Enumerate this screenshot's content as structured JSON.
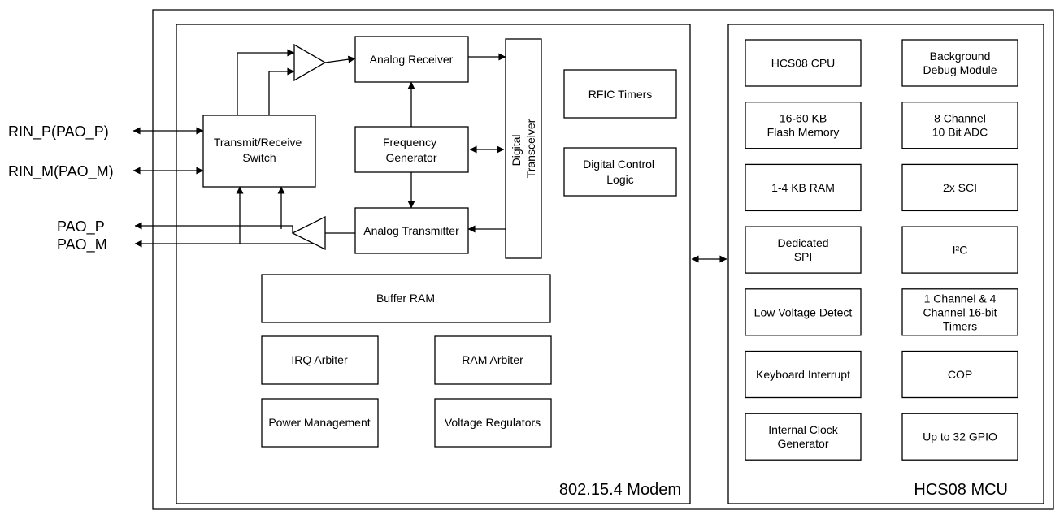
{
  "pins": {
    "rin_p": "RIN_P(PAO_P)",
    "rin_m": "RIN_M(PAO_M)",
    "pao_p": "PAO_P",
    "pao_m": "PAO_M"
  },
  "modem": {
    "title": "802.15.4 Modem",
    "transmit_receive_switch": [
      "Transmit/Receive",
      "Switch"
    ],
    "analog_receiver": "Analog Receiver",
    "frequency_generator": [
      "Frequency",
      "Generator"
    ],
    "analog_transmitter": "Analog Transmitter",
    "digital_transceiver": [
      "Digital",
      "Transceiver"
    ],
    "rfic_timers": "RFIC Timers",
    "digital_control_logic": [
      "Digital Control",
      "Logic"
    ],
    "buffer_ram": "Buffer RAM",
    "irq_arbiter": "IRQ Arbiter",
    "ram_arbiter": "RAM Arbiter",
    "power_management": "Power Management",
    "voltage_regulators": "Voltage Regulators"
  },
  "mcu": {
    "title": "HCS08 MCU",
    "blocks": [
      [
        "HCS08 CPU"
      ],
      [
        "Background",
        "Debug Module"
      ],
      [
        "16-60 KB",
        "Flash Memory"
      ],
      [
        "8 Channel",
        "10 Bit ADC"
      ],
      [
        "1-4 KB RAM"
      ],
      [
        "2x SCI"
      ],
      [
        "Dedicated",
        "SPI"
      ],
      [
        "I²C"
      ],
      [
        "Low Voltage Detect"
      ],
      [
        "1 Channel & 4",
        "Channel 16-bit",
        "Timers"
      ],
      [
        "Keyboard Interrupt"
      ],
      [
        "COP"
      ],
      [
        "Internal Clock",
        "Generator"
      ],
      [
        "Up to 32 GPIO"
      ]
    ]
  }
}
